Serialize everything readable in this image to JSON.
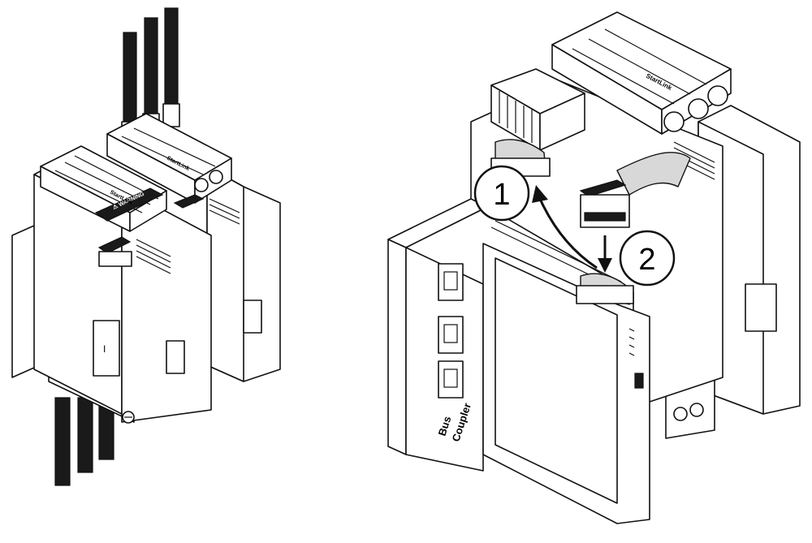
{
  "diagram": {
    "left_assembly": {
      "warning_label": "⚠ WARNING",
      "module_brand": "StartLink",
      "window_mark": "I"
    },
    "right_assembly": {
      "module_brand": "StartLink",
      "bus_coupler_label_line1": "Bus",
      "bus_coupler_label_line2": "Coupler"
    },
    "steps": [
      {
        "number": "1"
      },
      {
        "number": "2"
      }
    ],
    "colors": {
      "line": "#111111",
      "fill": "#ffffff",
      "shade": "#d8d8d8",
      "dark": "#1a1a1a"
    }
  }
}
